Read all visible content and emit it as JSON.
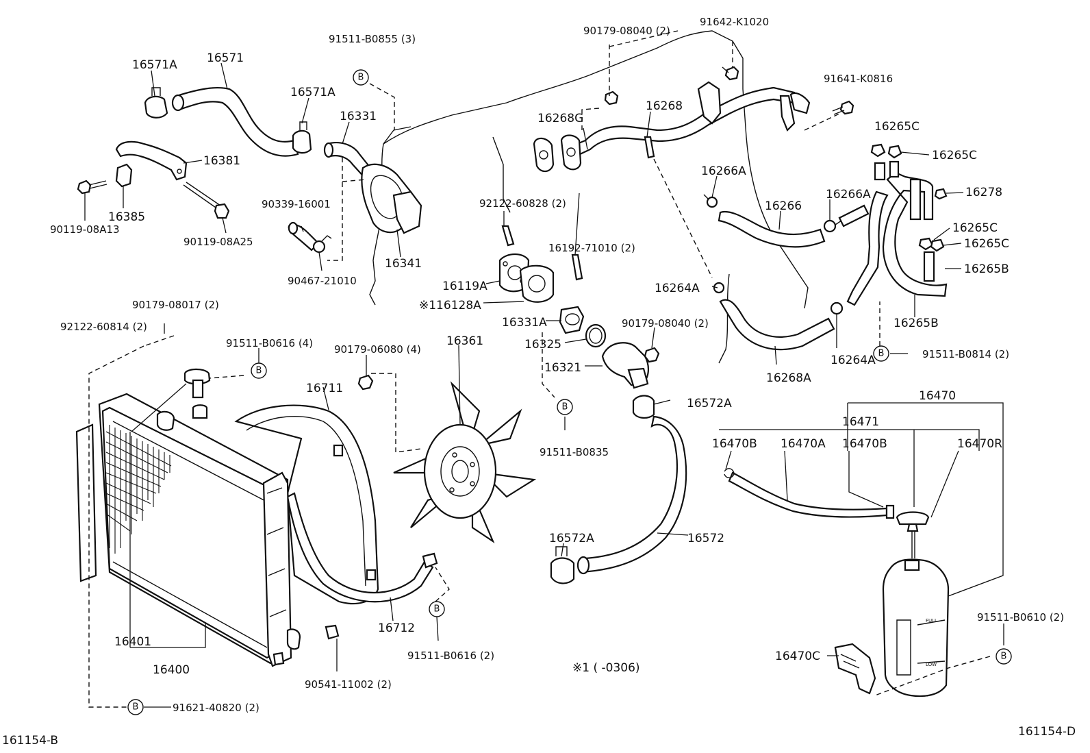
{
  "labels": {
    "p16571A_1": "16571A",
    "p16571": "16571",
    "p16571A_2": "16571A",
    "p91511_B0855": "91511-B0855 (3)",
    "p16331": "16331",
    "p16381": "16381",
    "p16385": "16385",
    "p90119_08A13": "90119-08A13",
    "p90119_08A25": "90119-08A25",
    "p90339_16001": "90339-16001",
    "p90467_21010": "90467-21010",
    "p16341": "16341",
    "p90179_08040_a": "90179-08040 (2)",
    "p91642_K1020": "91642-K1020",
    "p16268G": "16268G",
    "p16268": "16268",
    "p91641_K0816": "91641-K0816",
    "p16265C_1": "16265C",
    "p16265C_2": "16265C",
    "p16278": "16278",
    "p16266A_1": "16266A",
    "p16266": "16266",
    "p16266A_2": "16266A",
    "p16265C_3": "16265C",
    "p16265C_4": "16265C",
    "p16265B_1": "16265B",
    "p92122_60828": "92122-60828 (2)",
    "p16192_71010": "16192-71010 (2)",
    "p16119A": "16119A",
    "p116128A": "※116128A",
    "p16331A": "16331A",
    "p16325": "16325",
    "p90179_08040_b": "90179-08040 (2)",
    "p16321": "16321",
    "p16264A_1": "16264A",
    "p16268A": "16268A",
    "p16264A_2": "16264A",
    "p16265B_2": "16265B",
    "p91511_B0814": "91511-B0814 (2)",
    "p92122_60814": "92122-60814 (2)",
    "p90179_08017": "90179-08017 (2)",
    "p91511_B0616_4": "91511-B0616 (4)",
    "p16711": "16711",
    "p90179_06080": "90179-06080 (4)",
    "p16361": "16361",
    "p16572A_1": "16572A",
    "p91511_B0835": "91511-B0835",
    "p16470": "16470",
    "p16471": "16471",
    "p16470B_1": "16470B",
    "p16470A": "16470A",
    "p16470B_2": "16470B",
    "p16470R": "16470R",
    "p16572A_2": "16572A",
    "p16572": "16572",
    "p16712": "16712",
    "p91511_B0616_2": "91511-B0616 (2)",
    "p16401": "16401",
    "p16400": "16400",
    "p90541_11002": "90541-11002 (2)",
    "p91621_40820": "91621-40820 (2)",
    "p91511_B0610": "91511-B0610 (2)",
    "p16470C": "16470C",
    "note_1": "※1 (      -0306)",
    "code_left": "161154-B",
    "code_right": "161154-D"
  },
  "markers": {
    "b": "B"
  },
  "tank_marks": {
    "full": "FULL",
    "low": "LOW"
  }
}
